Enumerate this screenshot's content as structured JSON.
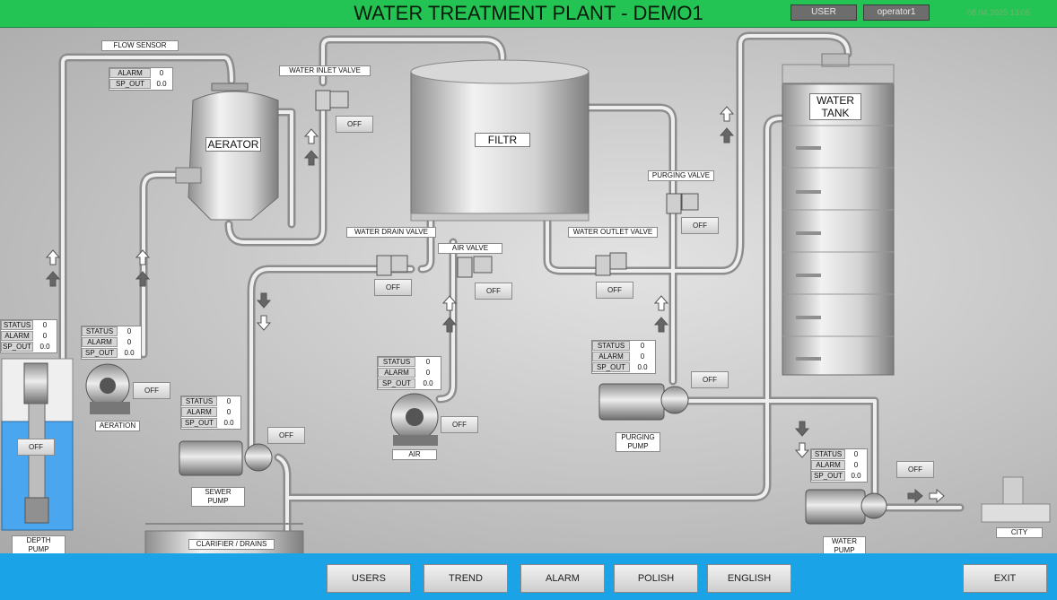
{
  "header": {
    "title": "WATER TREATMENT PLANT - DEMO1",
    "user_label": "USER",
    "user_value": "operator1",
    "clock": "08.04.2025 13:05"
  },
  "labels": {
    "flow_sensor": "FLOW SENSOR",
    "aerator": "AERATOR",
    "filtr": "FILTR",
    "water_tank": "WATER TANK",
    "water_inlet_valve": "WATER INLET VALVE",
    "water_drain_valve": "WATER DRAIN VALVE",
    "air_valve": "AIR VALVE",
    "water_outlet_valve": "WATER OUTLET VALVE",
    "purging_valve": "PURGING VALVE",
    "depth_pump": "DEPTH PUMP",
    "aeration": "AERATION",
    "sewer_pump": "SEWER PUMP",
    "air": "AIR",
    "purging_pump": "PURGING PUMP",
    "water_pump": "WATER PUMP",
    "clarifier": "CLARIFIER / DRAINS",
    "city": "CITY"
  },
  "off": "OFF",
  "panels": {
    "flow_sensor": [
      {
        "k": "ALARM",
        "v": "0"
      },
      {
        "k": "SP_OUT",
        "v": "0.0"
      }
    ],
    "depth_pump": [
      {
        "k": "STATUS",
        "v": "0"
      },
      {
        "k": "ALARM",
        "v": "0"
      },
      {
        "k": "SP_OUT",
        "v": "0.0"
      }
    ],
    "aeration": [
      {
        "k": "STATUS",
        "v": "0"
      },
      {
        "k": "ALARM",
        "v": "0"
      },
      {
        "k": "SP_OUT",
        "v": "0.0"
      }
    ],
    "sewer_pump": [
      {
        "k": "STATUS",
        "v": "0"
      },
      {
        "k": "ALARM",
        "v": "0"
      },
      {
        "k": "SP_OUT",
        "v": "0.0"
      }
    ],
    "air": [
      {
        "k": "STATUS",
        "v": "0"
      },
      {
        "k": "ALARM",
        "v": "0"
      },
      {
        "k": "SP_OUT",
        "v": "0.0"
      }
    ],
    "purging_pump": [
      {
        "k": "STATUS",
        "v": "0"
      },
      {
        "k": "ALARM",
        "v": "0"
      },
      {
        "k": "SP_OUT",
        "v": "0.0"
      }
    ],
    "water_pump": [
      {
        "k": "STATUS",
        "v": "0"
      },
      {
        "k": "ALARM",
        "v": "0"
      },
      {
        "k": "SP_OUT",
        "v": "0.0"
      }
    ]
  },
  "footer": {
    "users": "USERS",
    "trend": "TREND",
    "alarm": "ALARM",
    "polish": "POLISH",
    "english": "ENGLISH",
    "exit": "EXIT"
  }
}
